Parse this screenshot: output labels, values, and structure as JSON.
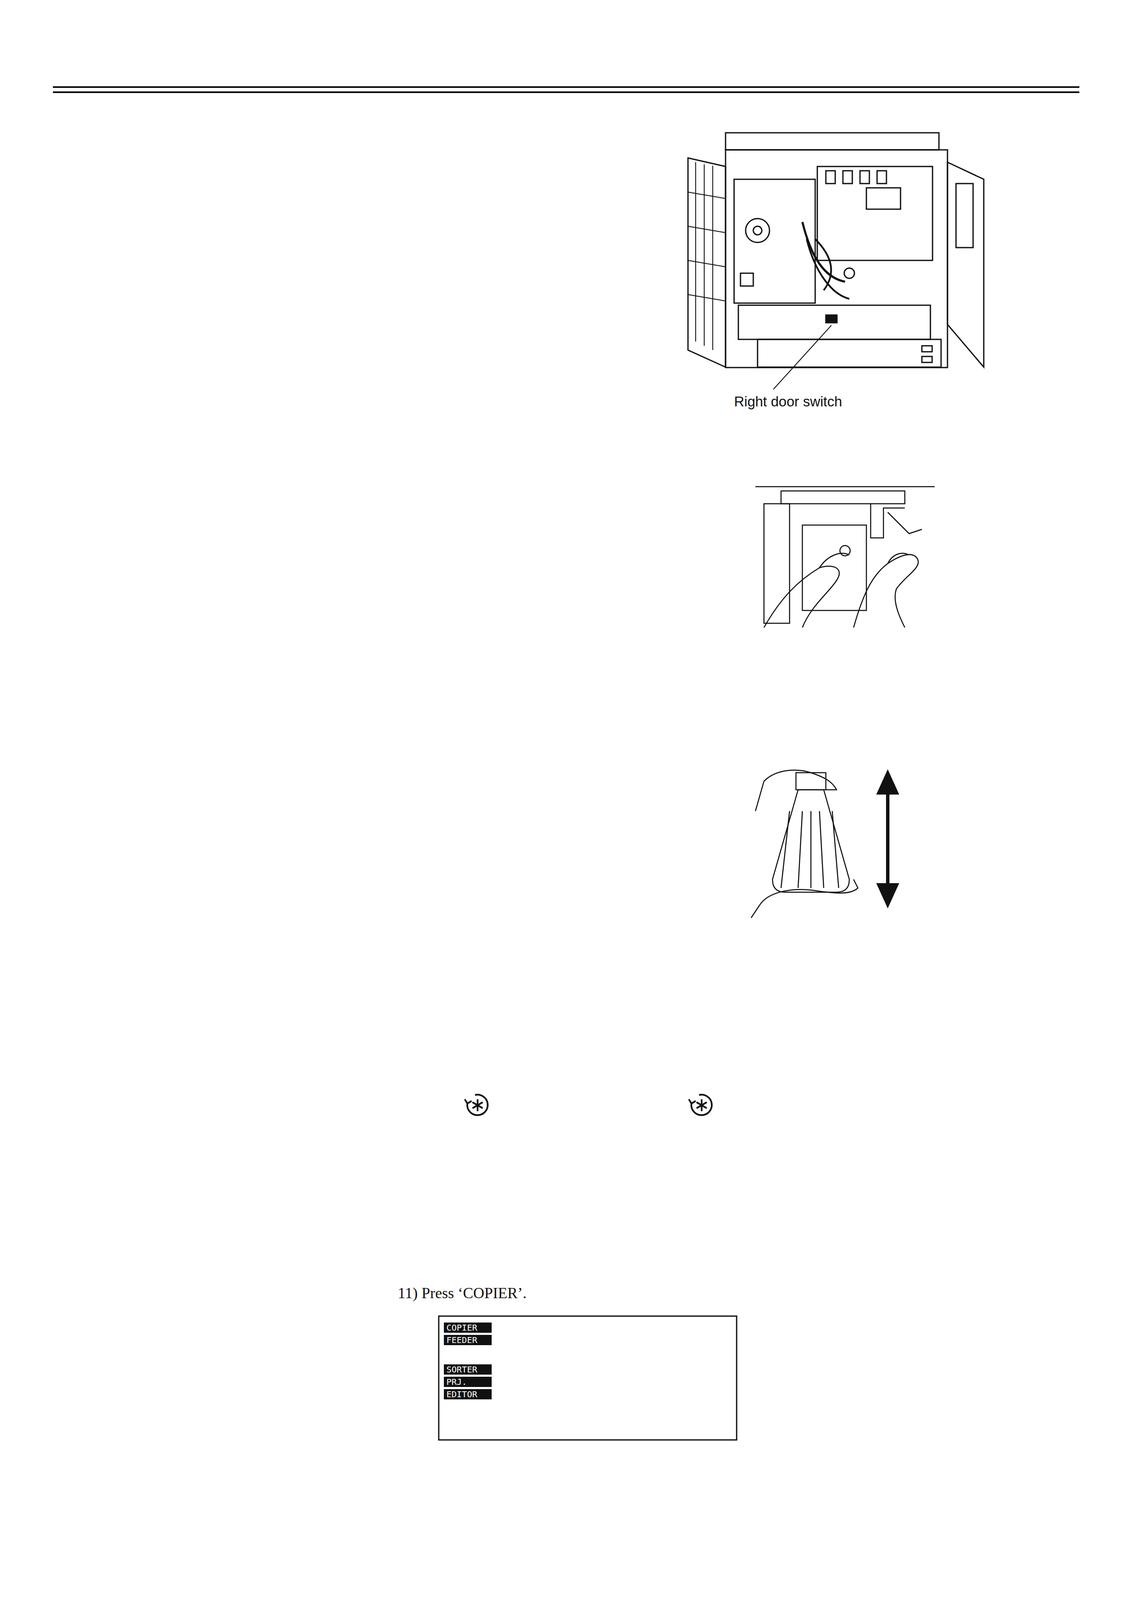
{
  "diagram": {
    "nodes": [
      {
        "text": [
          "COPIER"
        ]
      },
      {
        "text": [
          "FEEDER"
        ]
      },
      {
        "text": [
          "SORTER"
        ]
      },
      {
        "text": [
          "PRJ."
        ]
      },
      {
        "text": [
          "EDITOR"
        ]
      }
    ],
    "labels": [
      "Right door switch",
      "11) Press ‘COPIER’."
    ]
  }
}
